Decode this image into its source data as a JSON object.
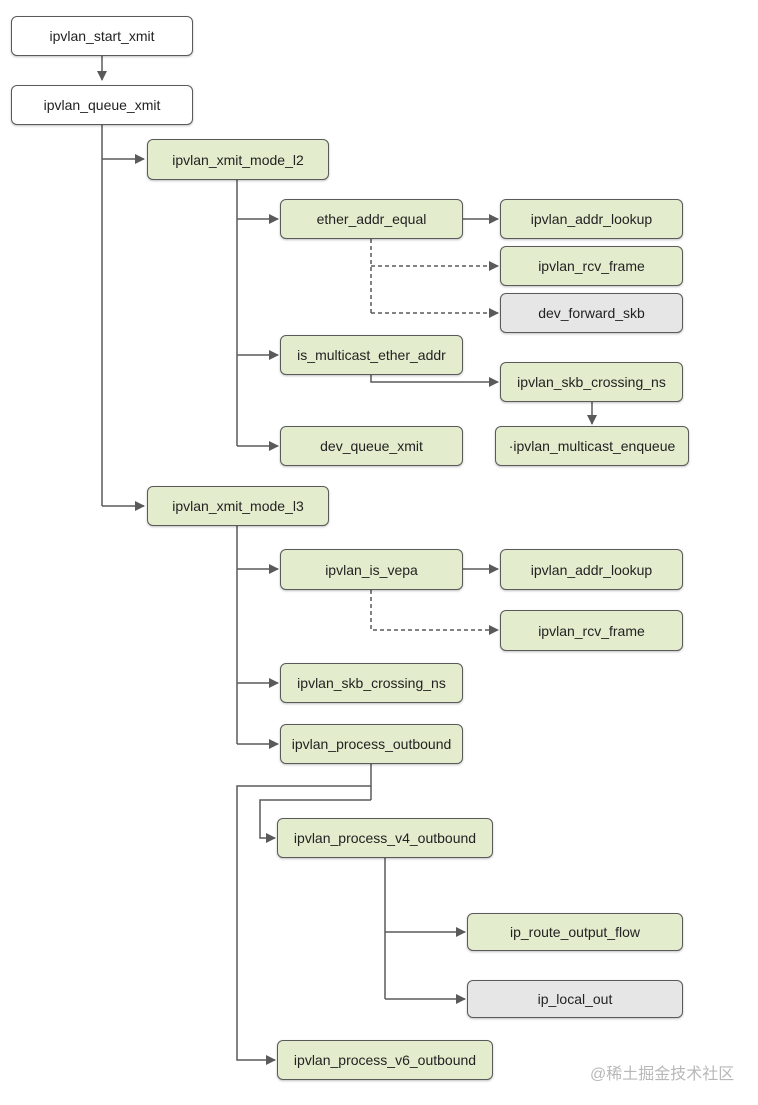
{
  "nodes": {
    "start_xmit": "ipvlan_start_xmit",
    "queue_xmit": "ipvlan_queue_xmit",
    "xmit_mode_l2": "ipvlan_xmit_mode_l2",
    "ether_addr_equal": "ether_addr_equal",
    "l2_addr_lookup": "ipvlan_addr_lookup",
    "l2_rcv_frame": "ipvlan_rcv_frame",
    "dev_forward_skb": "dev_forward_skb",
    "is_multicast_ether_addr": "is_multicast_ether_addr",
    "l2_skb_crossing_ns": "ipvlan_skb_crossing_ns",
    "multicast_enqueue": "·ipvlan_multicast_enqueue",
    "dev_queue_xmit": "dev_queue_xmit",
    "xmit_mode_l3": "ipvlan_xmit_mode_l3",
    "is_vepa": "ipvlan_is_vepa",
    "l3_addr_lookup": "ipvlan_addr_lookup",
    "l3_rcv_frame": "ipvlan_rcv_frame",
    "l3_skb_crossing_ns": "ipvlan_skb_crossing_ns",
    "process_outbound": "ipvlan_process_outbound",
    "process_v4_outbound": "ipvlan_process_v4_outbound",
    "ip_route_output_flow": "ip_route_output_flow",
    "ip_local_out": "ip_local_out",
    "process_v6_outbound": "ipvlan_process_v6_outbound"
  },
  "watermark": "@稀土掘金技术社区",
  "colors": {
    "plain": "#ffffff",
    "green": "#e3edcd",
    "gray": "#e6e6e6",
    "line": "#5a5a5a"
  }
}
